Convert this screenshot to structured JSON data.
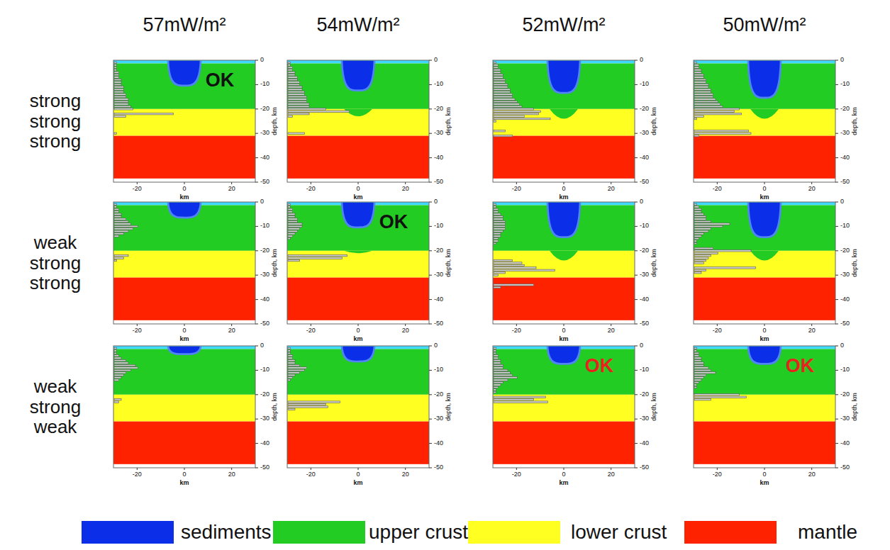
{
  "diagram": {
    "labels": [
      "57mW/m²",
      "54mW/m²",
      "52mW/m²",
      "50mW/m²",
      "strong strong strong",
      "weak strong strong",
      "weak strong weak",
      "0",
      "-10",
      "-20",
      "-30",
      "-40",
      "-50",
      "depth, km",
      "-20",
      "0",
      "20",
      "km",
      "OK",
      "0",
      "-10",
      "-20",
      "-30",
      "-40",
      "-50",
      "depth, km",
      "-20",
      "0",
      "20",
      "km",
      "0",
      "-10",
      "-20",
      "-30",
      "-40",
      "-50",
      "depth, km",
      "-20",
      "0",
      "20",
      "km",
      "0",
      "-10",
      "-20",
      "-30",
      "-40",
      "-50",
      "depth, km",
      "-20",
      "0",
      "20",
      "km",
      "0",
      "-10",
      "-20",
      "-30",
      "-40",
      "-50",
      "depth, km",
      "-20",
      "0",
      "20",
      "km",
      "0",
      "-10",
      "-20",
      "-30",
      "-40",
      "-50",
      "depth, km",
      "-20",
      "0",
      "20",
      "km",
      "OK",
      "0",
      "-10",
      "-20",
      "-30",
      "-40",
      "-50",
      "depth, km",
      "-20",
      "0",
      "20",
      "km",
      "0",
      "-10",
      "-20",
      "-30",
      "-40",
      "-50",
      "depth, km",
      "-20",
      "0",
      "20",
      "km",
      "0",
      "-10",
      "-20",
      "-30",
      "-40",
      "-50",
      "depth, km",
      "-20",
      "0",
      "20",
      "km",
      "0",
      "-10",
      "-20",
      "-30",
      "-40",
      "-50",
      "depth, km",
      "-20",
      "0",
      "20",
      "km",
      "0",
      "-10",
      "-20",
      "-30",
      "-40",
      "-50",
      "depth, km",
      "-20",
      "0",
      "20",
      "km",
      "OK",
      "0",
      "-10",
      "-20",
      "-30",
      "-40",
      "-50",
      "depth, km",
      "-20",
      "0",
      "20",
      "km",
      "OK"
    ],
    "legend": [
      {
        "text": "sediments",
        "color": "#0b2fe8"
      },
      {
        "text": "upper crust",
        "color": "#22cc22"
      },
      {
        "text": "lower crust",
        "color": "#ffff22"
      },
      {
        "text": "mantle",
        "color": "#ff2200"
      }
    ]
  }
}
